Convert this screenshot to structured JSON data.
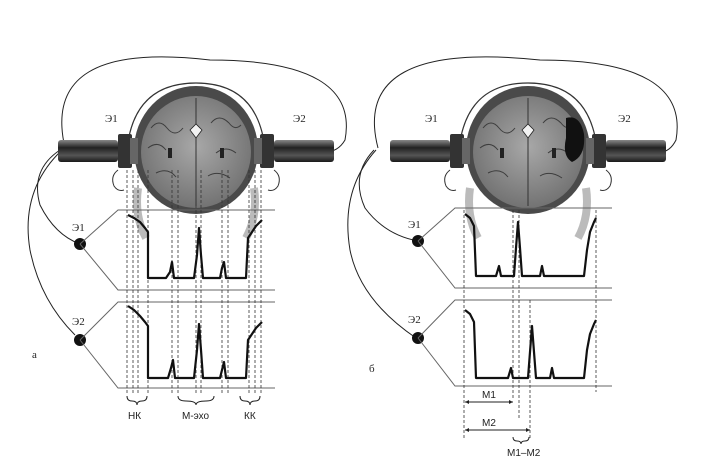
{
  "panel_a": {
    "panel_letter": "а",
    "electrode1_top": "Э1",
    "electrode2_top": "Э2",
    "electrode1_node": "Э1",
    "electrode2_node": "Э2",
    "label_near_field": "НК",
    "label_m_echo": "М-эхо",
    "label_far_field": "КК"
  },
  "panel_b": {
    "panel_letter": "б",
    "electrode1_top": "Э1",
    "electrode2_top": "Э2",
    "electrode1_node": "Э1",
    "electrode2_node": "Э2",
    "label_m1": "М1",
    "label_m2": "М2",
    "label_diff": "М1–М2"
  },
  "colors": {
    "ink": "#222222",
    "skull": "#3a3a3a",
    "brain": "#8d8d8d",
    "lesion": "#111111"
  }
}
